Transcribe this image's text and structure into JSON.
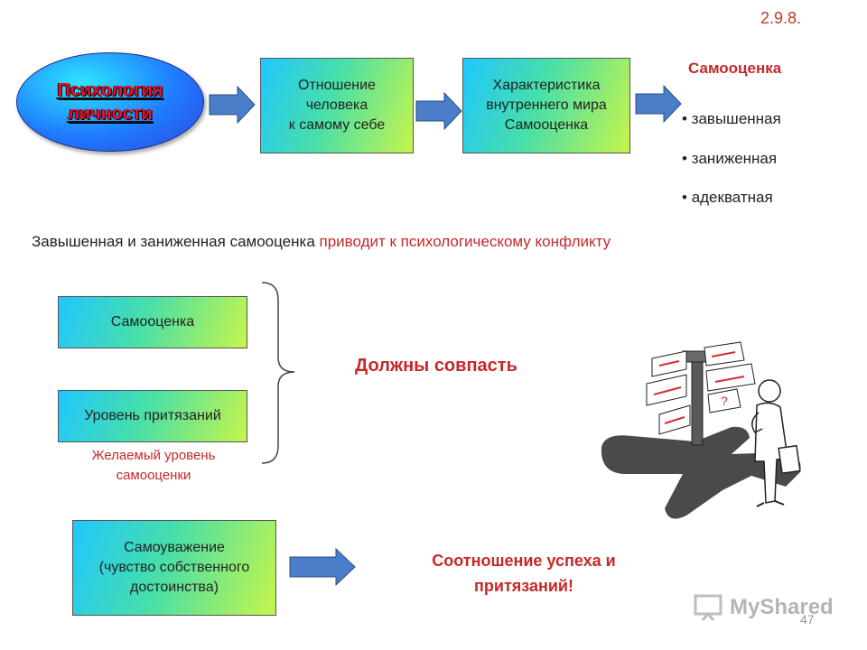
{
  "slide_number": "2.9.8.",
  "oval": {
    "line1": "Психология",
    "line2": "личности"
  },
  "flow": {
    "box1": {
      "line1": "Отношение",
      "line2": "человека",
      "line3": "к самому себе"
    },
    "box2": {
      "line1": "Характеристика",
      "line2": "внутреннего мира",
      "line3": "Самооценка"
    }
  },
  "self_esteem": {
    "title": "Самооценка",
    "items": [
      "завышенная",
      "заниженная",
      "адекватная"
    ]
  },
  "conflict": {
    "black": "Завышенная и заниженная самооценка",
    "red": "приводит к психологическому конфликту"
  },
  "pair": {
    "box1": "Самооценка",
    "box2": "Уровень притязаний",
    "note_line1": "Желаемый уровень",
    "note_line2": "самооценки",
    "must_match": "Должны совпасть"
  },
  "respect": {
    "line1": "Самоуважение",
    "line2": "(чувство собственного",
    "line3": "достоинства)",
    "result_line1": "Соотношение успеха и",
    "result_line2": "притязаний!"
  },
  "watermark": {
    "brand": "MyShared",
    "page": "47"
  },
  "colors": {
    "accent_red": "#c62828",
    "box_gradient": [
      "#1fc7ff",
      "#48dfa8",
      "#c6f54a"
    ],
    "arrow_blue": "#4a7ec9"
  }
}
